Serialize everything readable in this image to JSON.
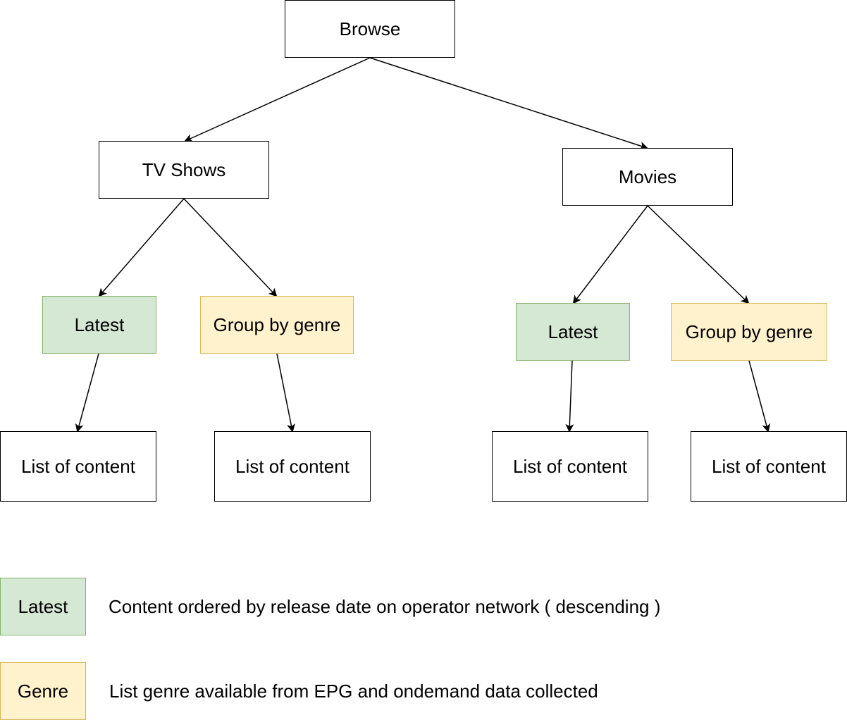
{
  "nodes": {
    "browse": "Browse",
    "tv_shows": "TV Shows",
    "movies": "Movies",
    "tv_latest": "Latest",
    "tv_genre": "Group by genre",
    "movies_latest": "Latest",
    "movies_genre": "Group by genre",
    "tv_latest_list": "List of content",
    "tv_genre_list": "List of content",
    "movies_latest_list": "List of content",
    "movies_genre_list": "List of content"
  },
  "legend": {
    "latest": {
      "swatch_label": "Latest",
      "description": "Content ordered by release date on operator network ( descending )",
      "fill": "#d5e8d4",
      "stroke": "#82b366"
    },
    "genre": {
      "swatch_label": "Genre",
      "description": "List genre available from EPG and ondemand data collected",
      "fill": "#fff2cc",
      "stroke": "#d6b656"
    }
  },
  "edges": [
    {
      "from": "browse",
      "to": "tv_shows"
    },
    {
      "from": "browse",
      "to": "movies"
    },
    {
      "from": "tv_shows",
      "to": "tv_latest"
    },
    {
      "from": "tv_shows",
      "to": "tv_genre"
    },
    {
      "from": "movies",
      "to": "movies_latest"
    },
    {
      "from": "movies",
      "to": "movies_genre"
    },
    {
      "from": "tv_latest",
      "to": "tv_latest_list"
    },
    {
      "from": "tv_genre",
      "to": "tv_genre_list"
    },
    {
      "from": "movies_latest",
      "to": "movies_latest_list"
    },
    {
      "from": "movies_genre",
      "to": "movies_genre_list"
    }
  ]
}
